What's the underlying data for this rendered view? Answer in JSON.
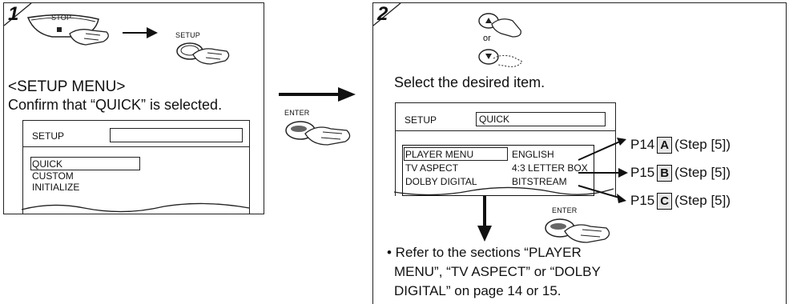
{
  "step1": {
    "number": "1",
    "stop_label": "STOP",
    "setup_label": "SETUP",
    "title": "<SETUP MENU>",
    "instruction": "Confirm that “QUICK” is selected.",
    "screen": {
      "header": "SETUP",
      "items": [
        "QUICK",
        "CUSTOM",
        "INITIALIZE"
      ]
    }
  },
  "middle": {
    "enter_label": "ENTER"
  },
  "step2": {
    "number": "2",
    "or_label": "or",
    "instruction": "Select the desired item.",
    "screen": {
      "header": "SETUP",
      "header_value": "QUICK",
      "rows": [
        {
          "name": "PLAYER MENU",
          "value": "ENGLISH"
        },
        {
          "name": "TV ASPECT",
          "value": "4:3 LETTER BOX"
        },
        {
          "name": "DOLBY DIGITAL",
          "value": "BITSTREAM"
        }
      ]
    },
    "enter_label": "ENTER",
    "references": [
      {
        "page": "P14",
        "letter": "A",
        "step": "(Step [5])"
      },
      {
        "page": "P15",
        "letter": "B",
        "step": "(Step [5])"
      },
      {
        "page": "P15",
        "letter": "C",
        "step": "(Step [5])"
      }
    ],
    "note_lines": [
      "• Refer to the sections “PLAYER",
      "MENU”, “TV ASPECT” or “DOLBY",
      "DIGITAL” on page 14 or 15."
    ]
  }
}
